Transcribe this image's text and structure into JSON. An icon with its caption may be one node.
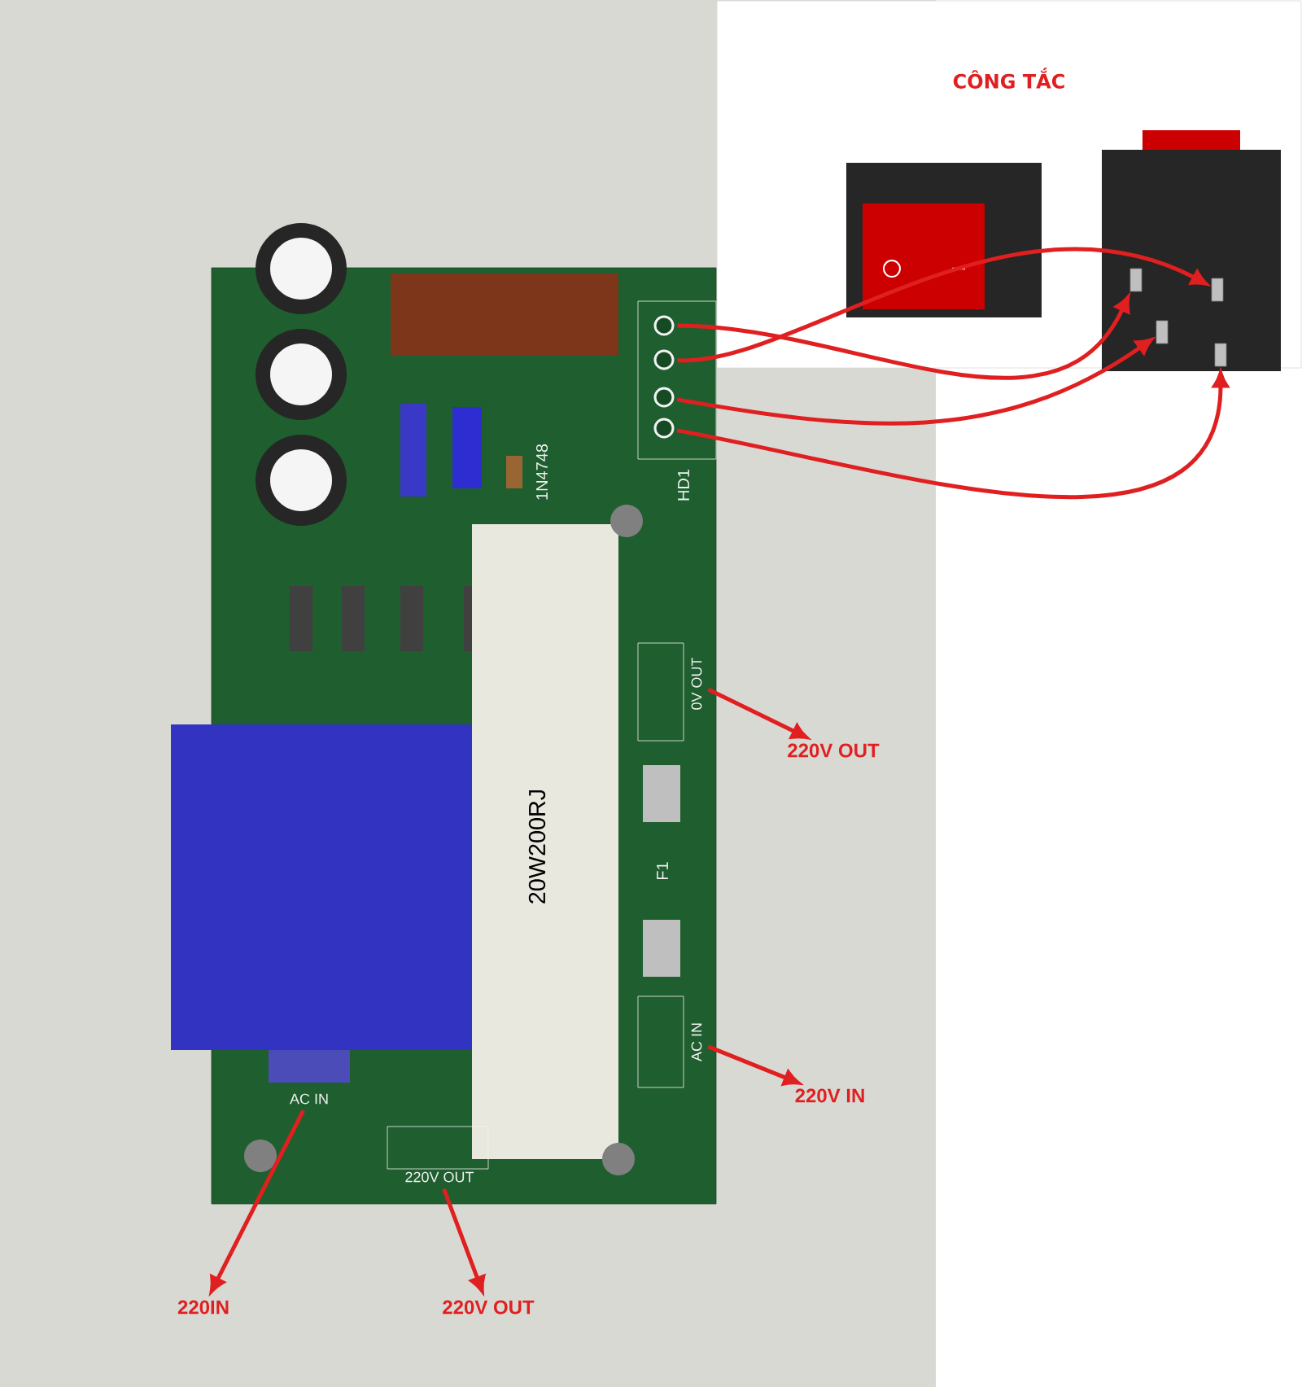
{
  "diagram": {
    "title": "CÔNG TẮC",
    "nodes": [
      {
        "text": [],
        "shape": "picture"
      },
      {
        "text": [
          "0V OUT"
        ],
        "in": 0
      },
      {
        "text": [
          "AC IN"
        ],
        "in": 0
      },
      {
        "text": [
          "AC IN"
        ],
        "in": 0
      },
      {
        "text": [
          "220V OUT"
        ],
        "in": 0
      },
      {
        "text": [],
        "shape": "circle",
        "in": 0
      },
      {
        "text": [],
        "shape": "circle",
        "in": 0
      },
      {
        "text": [],
        "shape": "circle",
        "in": 0
      },
      {
        "text": [],
        "shape": "circle",
        "in": 0
      },
      {
        "text": [],
        "shape": "picture"
      },
      {
        "text": [],
        "shape": "box",
        "in": 9
      },
      {
        "text": [],
        "shape": "box",
        "in": 9
      },
      {
        "text": [],
        "shape": "box",
        "in": 9
      },
      {
        "text": [],
        "shape": "box",
        "in": 9
      },
      {
        "text": [
          "220V OUT"
        ]
      },
      {
        "text": [
          "220V IN"
        ]
      },
      {
        "text": [
          "220IN"
        ]
      },
      {
        "text": [
          "220V OUT"
        ]
      }
    ],
    "edges": [
      {
        "from": 5,
        "to": 10,
        "arrow": "to"
      },
      {
        "from": 6,
        "to": 11,
        "arrow": "to"
      },
      {
        "from": 7,
        "to": 12,
        "arrow": "to"
      },
      {
        "from": 8,
        "to": 13,
        "arrow": "to"
      },
      {
        "from": 1,
        "to": 14,
        "arrow": "to"
      },
      {
        "from": 2,
        "to": 15,
        "arrow": "to"
      },
      {
        "from": 3,
        "to": 16,
        "arrow": "to"
      },
      {
        "from": 4,
        "to": 17,
        "arrow": "to"
      }
    ],
    "labels": [
      "HD1",
      "1N4748",
      "20W200RJ",
      "F1"
    ]
  }
}
